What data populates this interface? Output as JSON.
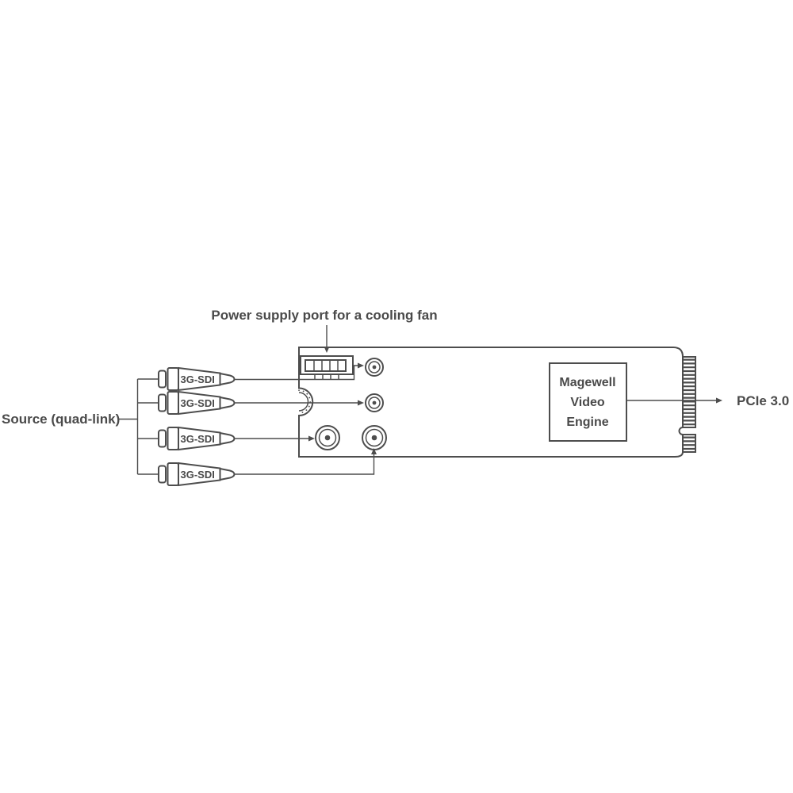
{
  "labels": {
    "fan_port": "Power supply port for a cooling fan",
    "source": "Source (quad-link)",
    "pcie": "PCIe 3.0"
  },
  "engine": {
    "lines": [
      "Magewell",
      "Video",
      "Engine"
    ]
  },
  "plugs": [
    {
      "label": "3G-SDI"
    },
    {
      "label": "3G-SDI"
    },
    {
      "label": "3G-SDI"
    },
    {
      "label": "3G-SDI"
    }
  ],
  "colors": {
    "stroke": "#4d4d4d",
    "text": "#4a4a4a",
    "background": "#ffffff"
  }
}
